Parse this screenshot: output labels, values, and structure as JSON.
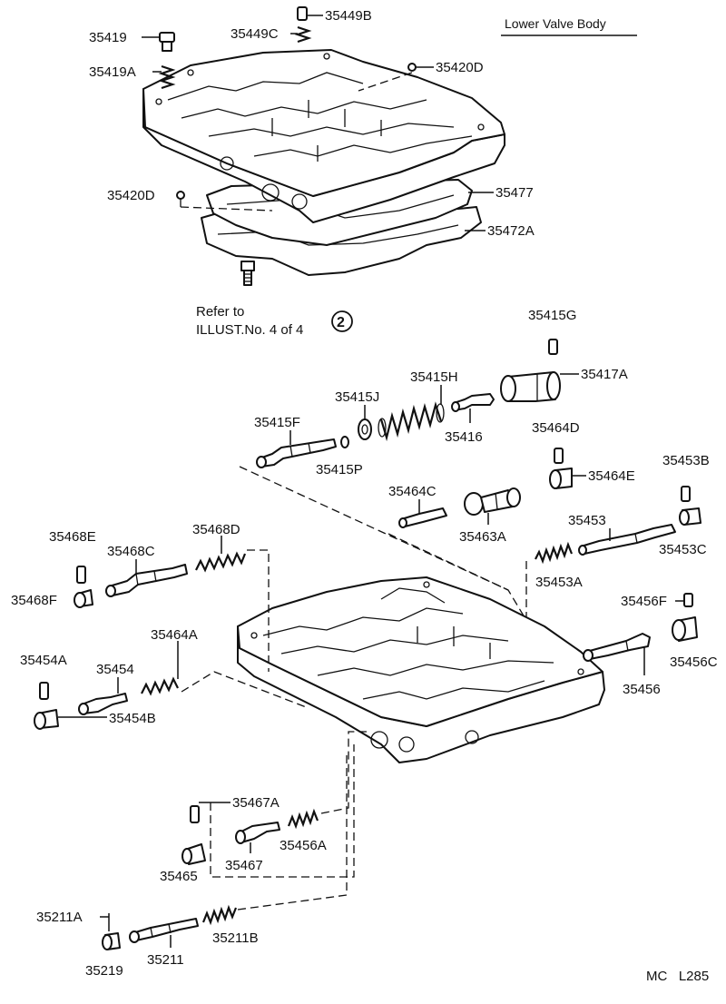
{
  "title": "Lower Valve Body",
  "footer": "MC   L285",
  "reference": {
    "line1": "Refer to",
    "line2": "ILLUST.No. 4 of 4",
    "circled": "2"
  },
  "part_labels": {
    "p35419": "35419",
    "p35419A": "35419A",
    "p35449C": "35449C",
    "p35449B": "35449B",
    "p35420D_top": "35420D",
    "p35420D_left": "35420D",
    "p35477": "35477",
    "p35472A": "35472A",
    "p35415G": "35415G",
    "p35415H": "35415H",
    "p35417A": "35417A",
    "p35415J": "35415J",
    "p35415F": "35415F",
    "p35416": "35416",
    "p35415P": "35415P",
    "p35464D": "35464D",
    "p35464E": "35464E",
    "p35453B": "35453B",
    "p35464C": "35464C",
    "p35463A": "35463A",
    "p35453": "35453",
    "p35453C": "35453C",
    "p35468E": "35468E",
    "p35468D": "35468D",
    "p35468C": "35468C",
    "p35468F": "35468F",
    "p35453A": "35453A",
    "p35456F": "35456F",
    "p35456C": "35456C",
    "p35464A": "35464A",
    "p35454A": "35454A",
    "p35454": "35454",
    "p35454B": "35454B",
    "p35456": "35456",
    "p35467A": "35467A",
    "p35456A": "35456A",
    "p35465": "35465",
    "p35467": "35467",
    "p35211A": "35211A",
    "p35211B": "35211B",
    "p35211": "35211",
    "p35219": "35219"
  }
}
